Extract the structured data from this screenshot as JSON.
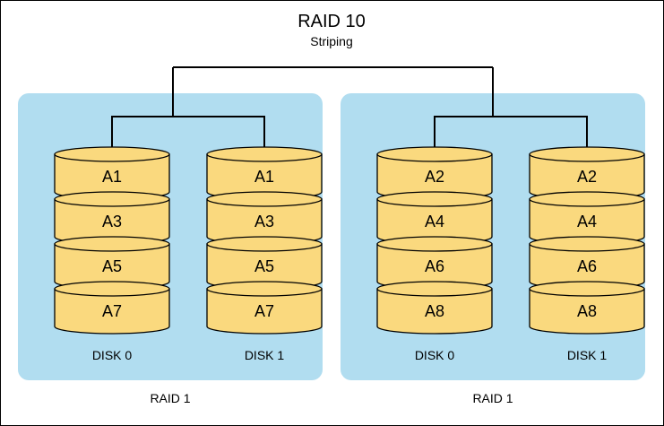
{
  "title": "RAID 10",
  "subtitle": "Striping",
  "colors": {
    "group_background": "#b1ddf0",
    "disk_fill": "#fad97e",
    "stroke": "#000000",
    "background": "#ffffff"
  },
  "groups": [
    {
      "label": "RAID 1",
      "disks": [
        {
          "label": "DISK 0",
          "blocks": [
            "A1",
            "A3",
            "A5",
            "A7"
          ]
        },
        {
          "label": "DISK 1",
          "blocks": [
            "A1",
            "A3",
            "A5",
            "A7"
          ]
        }
      ]
    },
    {
      "label": "RAID 1",
      "disks": [
        {
          "label": "DISK 0",
          "blocks": [
            "A2",
            "A4",
            "A6",
            "A8"
          ]
        },
        {
          "label": "DISK 1",
          "blocks": [
            "A2",
            "A4",
            "A6",
            "A8"
          ]
        }
      ]
    }
  ]
}
